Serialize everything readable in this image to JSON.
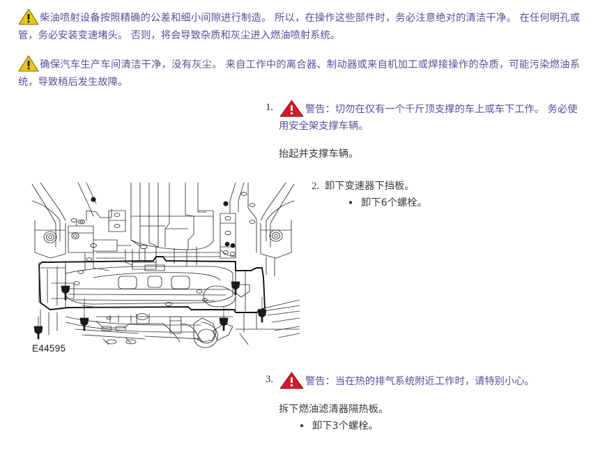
{
  "document": {
    "type": "service-manual-page",
    "language": "zh-CN",
    "colors": {
      "warning_text": "#52529a",
      "body_text": "#3a3a3a",
      "caution_triangle": "#e8c81e",
      "warning_triangle": "#cc1f2a",
      "line_art": "#1a1a1a"
    }
  },
  "top_warnings": [
    {
      "icon": "caution-triangle-yellow-icon",
      "text": "柴油喷射设备按照精确的公差和细小间隙进行制造。 所以，在操作这些部件时，务必注意绝对的清洁干净。 在任何明孔或管，务必安装变速堵头。 否则，将会导致杂质和灰尘进入燃油喷射系统。"
    },
    {
      "icon": "caution-triangle-yellow-icon",
      "text": "确保汽车生产车间清洁干净，没有灰尘。 来自工作中的离合器、制动器或来自机加工或焊接操作的杂质，可能污染燃油系统，导致稍后发生故障。"
    }
  ],
  "figure": {
    "id": "E44595",
    "caption": "",
    "alt": "车辆底盘下视图线条图 — 变速器下挡板与燃油滤清器隔热板"
  },
  "procedure": {
    "steps": [
      {
        "number": "1.",
        "icon": "warning-triangle-red-icon",
        "warning_label": "警告：",
        "warning_text": "切勿在仅有一个千斤顶支撑的车上或车下工作。 务必使用安全架支撑车辆。",
        "instruction": "抬起并支撑车辆。"
      },
      {
        "number": "2.",
        "text": "卸下变速器下挡板。",
        "bullets": [
          "卸下6个螺栓。"
        ]
      },
      {
        "number": "3.",
        "icon": "warning-triangle-red-icon",
        "warning_label": "警告：",
        "warning_text": "当在热的排气系统附近工作时，请特别小心。",
        "instruction": "拆下燃油滤清器隔热板。",
        "bullets": [
          "卸下3个螺栓。"
        ]
      }
    ],
    "bullet_glyph": "•"
  }
}
